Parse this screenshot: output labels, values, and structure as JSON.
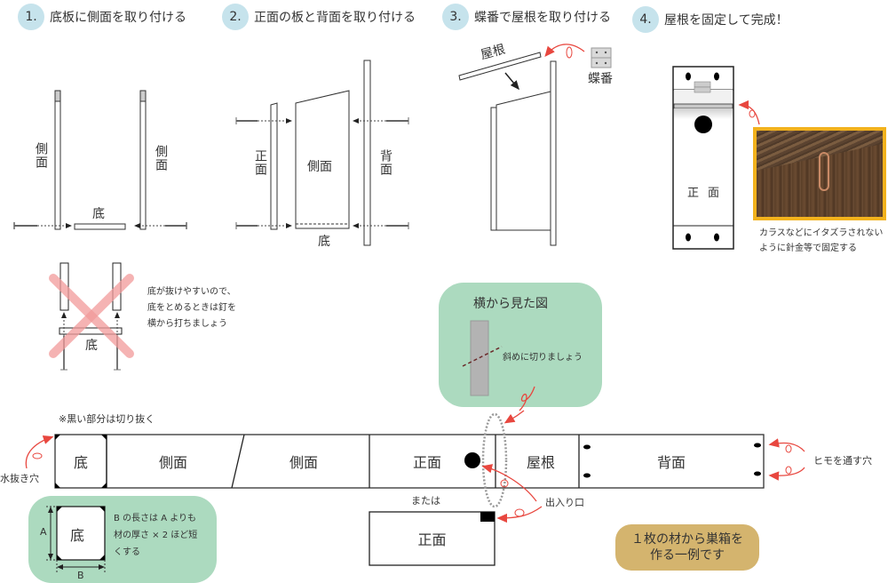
{
  "steps": [
    {
      "number": "1.",
      "title": "底板に側面を取り付ける"
    },
    {
      "number": "2.",
      "title": "正面の板と背面を取り付ける"
    },
    {
      "number": "3.",
      "title": "蝶番で屋根を取り付ける"
    },
    {
      "number": "4.",
      "title": "屋根を固定して完成！"
    }
  ],
  "step1": {
    "left_side": "側面",
    "right_side": "側面",
    "bottom": "底"
  },
  "step2": {
    "front": "正面",
    "side": "側面",
    "back": "背面",
    "bottom": "底"
  },
  "step3": {
    "roof": "屋根",
    "hinge": "蝶番"
  },
  "step4": {
    "front": "正面",
    "photo_caption": [
      "カラスなどにイタズラされない",
      "ように針金等で固定する"
    ]
  },
  "wrong_example": {
    "bottom": "底",
    "note": [
      "底が抜けやすいので、",
      "底をとめるときは釘を",
      "横から打ちましょう"
    ]
  },
  "side_view": {
    "title": "横から見た図",
    "note": "斜めに切りましょう"
  },
  "cut_plan": {
    "note": "※黒い部分は切り抜く",
    "pieces": [
      "底",
      "側面",
      "側面",
      "正面",
      "屋根",
      "背面"
    ],
    "drain_hole_label": "水抜き穴",
    "string_hole_label": "ヒモを通す穴",
    "entrance_label": "出入り口",
    "alternative_label": "または",
    "alternative_piece": "正面"
  },
  "bottom_detail": {
    "piece": "底",
    "dim_a": "A",
    "dim_b": "B",
    "note": [
      "B の長さは A よりも",
      "材の厚さ × 2 ほど短",
      "くする"
    ]
  },
  "summary": [
    "１枚の材から巣箱を",
    "作る一例です"
  ],
  "colors": {
    "step_circle": "#c6e3ec",
    "green_bubble": "#acdabf",
    "gold_bubble": "#d4b46e",
    "arrow_red": "#e8473f",
    "photo_border": "#f2b21d",
    "cross_pink": "#f29a9a"
  }
}
